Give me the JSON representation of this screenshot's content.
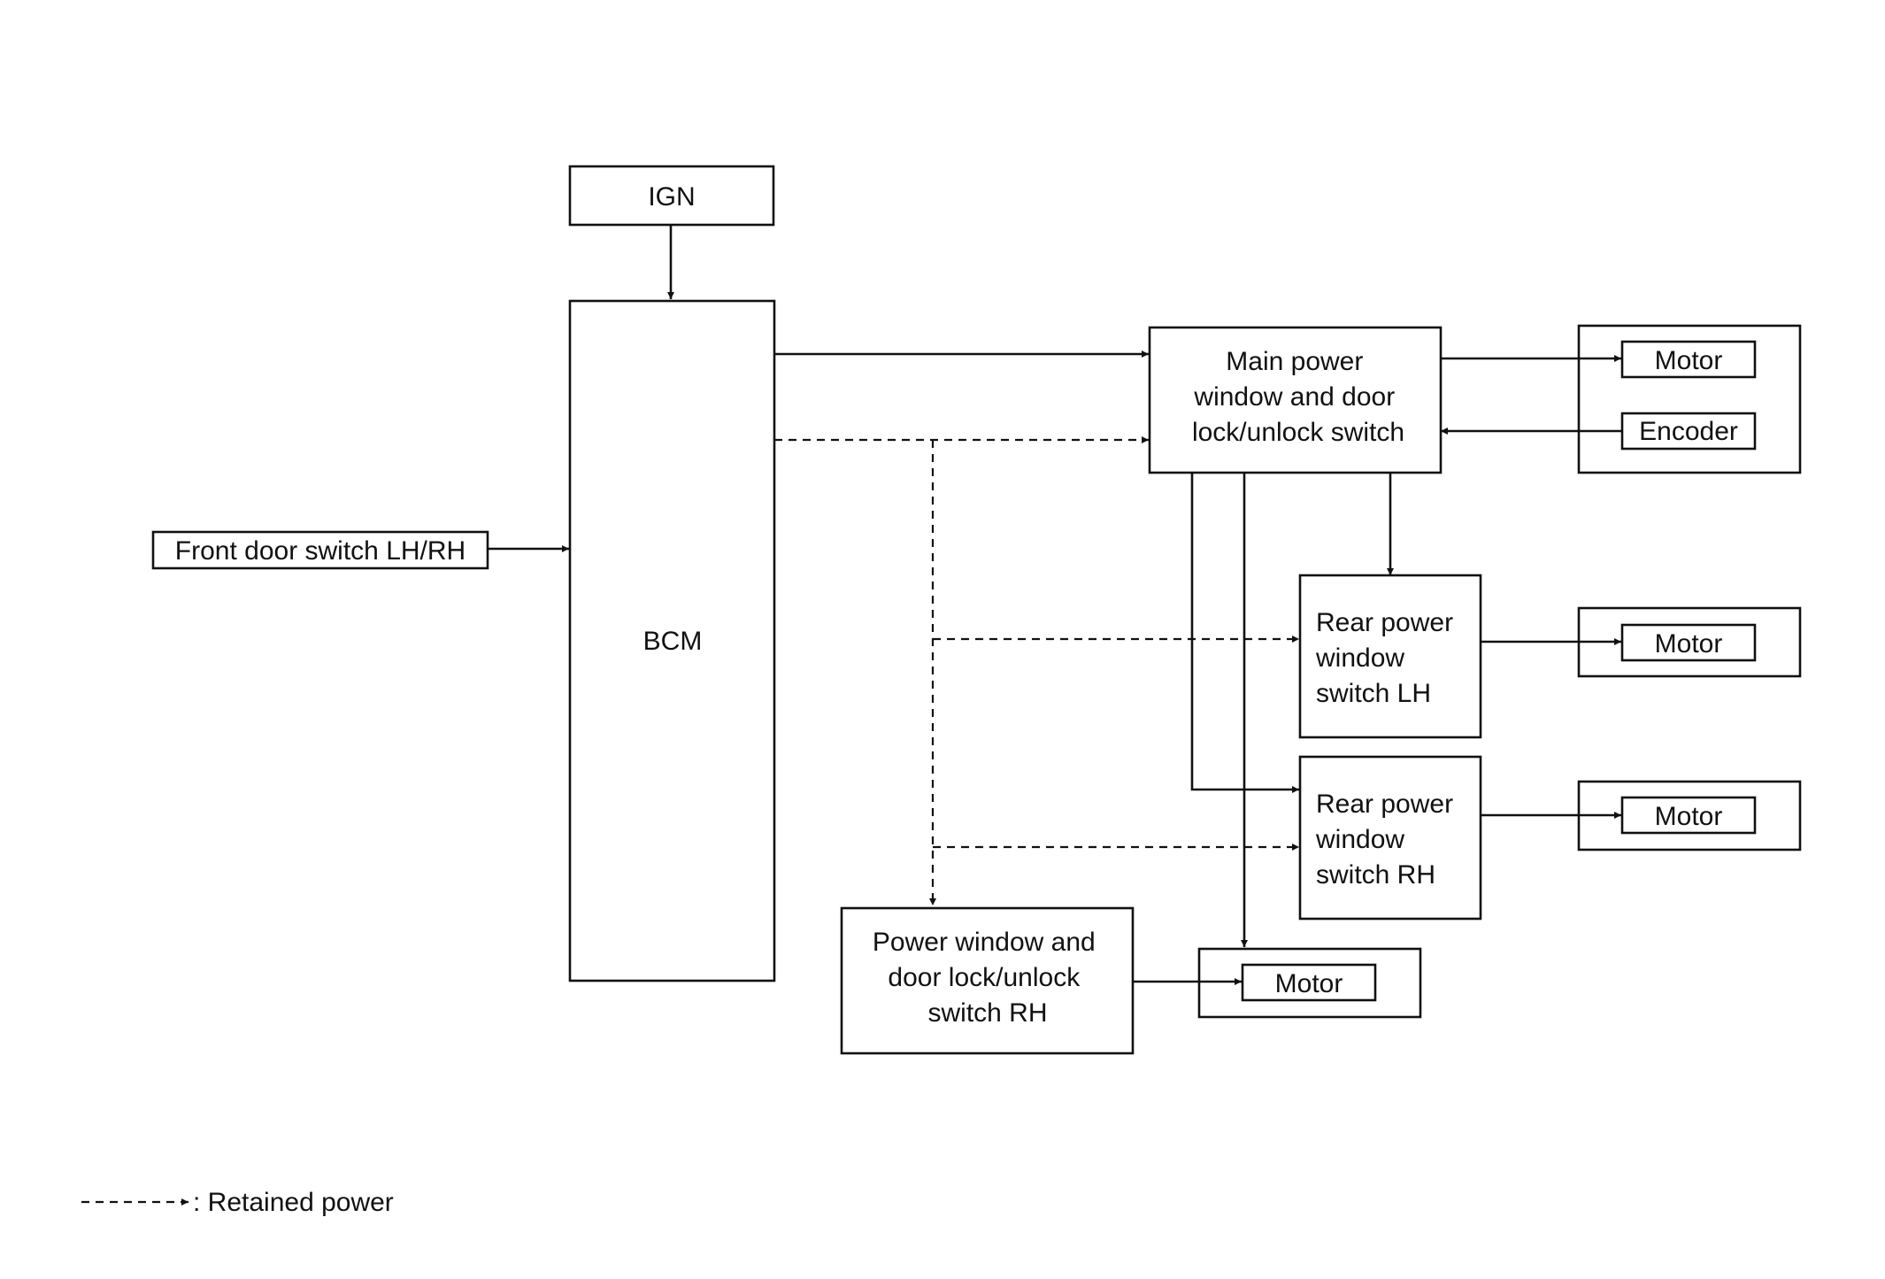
{
  "blocks": {
    "ign": "IGN",
    "bcm": "BCM",
    "front_door_switch": "Front door switch LH/RH",
    "main_switch": [
      "Main power",
      "window and door",
      "lock/unlock switch"
    ],
    "rear_lh_switch": [
      "Rear power",
      "window",
      "switch LH"
    ],
    "rear_rh_switch": [
      "Rear power",
      "window",
      "switch RH"
    ],
    "rh_switch": [
      "Power window and",
      "door lock/unlock",
      "switch RH"
    ]
  },
  "actuators": {
    "main_motor": "Motor",
    "main_encoder": "Encoder",
    "rear_lh_motor": "Motor",
    "rear_rh_motor": "Motor",
    "rh_motor": "Motor"
  },
  "legend": {
    "label": ": Retained power"
  }
}
